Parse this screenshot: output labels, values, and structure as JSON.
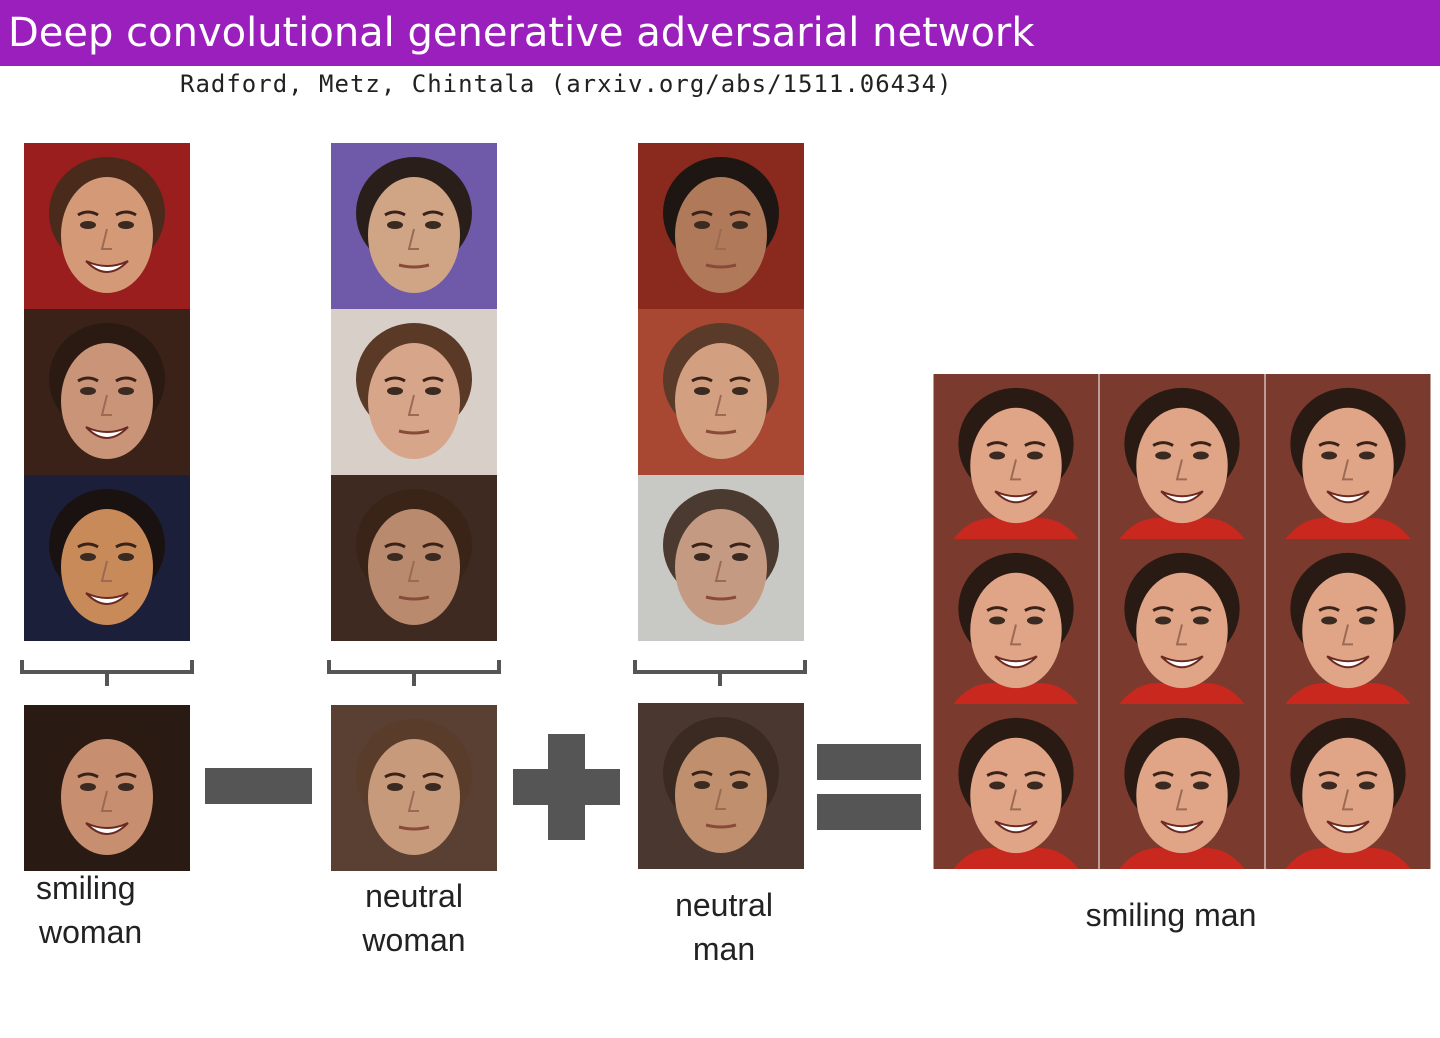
{
  "header": {
    "title": "Deep convolutional generative adversarial network",
    "citation": "Radford, Metz, Chintala (arxiv.org/abs/1511.06434)"
  },
  "colors": {
    "title_bar": "#9b1fbd",
    "operator": "#555555"
  },
  "columns": [
    {
      "id": "smiling-woman",
      "label_line1": "smiling",
      "label_line2": "woman",
      "faces": [
        {
          "bg": "#9a1e1e",
          "skin": "#d49a78",
          "hair": "#4a2a1a",
          "smile": true
        },
        {
          "bg": "#3a2218",
          "skin": "#c99478",
          "hair": "#2a1a12",
          "smile": true
        },
        {
          "bg": "#1c1f3a",
          "skin": "#c98a5a",
          "hair": "#1a1210",
          "smile": true
        }
      ],
      "average": {
        "bg": "#2a1a14",
        "skin": "#c78e70",
        "hair": "#2a1a12",
        "smile": true
      }
    },
    {
      "id": "neutral-woman",
      "label_line1": "neutral",
      "label_line2": "woman",
      "faces": [
        {
          "bg": "#6e5aa8",
          "skin": "#d0a586",
          "hair": "#2a1e1a",
          "smile": false
        },
        {
          "bg": "#d8d0c8",
          "skin": "#d7a589",
          "hair": "#5a3a26",
          "smile": false
        },
        {
          "bg": "#3e2a20",
          "skin": "#b98a6e",
          "hair": "#3a2418",
          "smile": false
        }
      ],
      "average": {
        "bg": "#5a4032",
        "skin": "#c89a7c",
        "hair": "#5a3c2a",
        "smile": false
      }
    },
    {
      "id": "neutral-man",
      "label_line1": "neutral",
      "label_line2": "man",
      "faces": [
        {
          "bg": "#8a2a1e",
          "skin": "#b07a5a",
          "hair": "#1e1612",
          "smile": false
        },
        {
          "bg": "#a84832",
          "skin": "#d2a080",
          "hair": "#5a3a28",
          "smile": false
        },
        {
          "bg": "#c8c8c4",
          "skin": "#c59a82",
          "hair": "#4a3a30",
          "smile": false
        }
      ],
      "average": {
        "bg": "#4a3830",
        "skin": "#c0906e",
        "hair": "#3a2a22",
        "smile": false
      }
    }
  ],
  "result": {
    "label": "smiling man",
    "rows": 3,
    "cols": 3,
    "face": {
      "bg": "#7a3a2e",
      "skin": "#e0a486",
      "hair": "#2a1a14",
      "shirt": "#c8281e",
      "smile": true
    }
  }
}
